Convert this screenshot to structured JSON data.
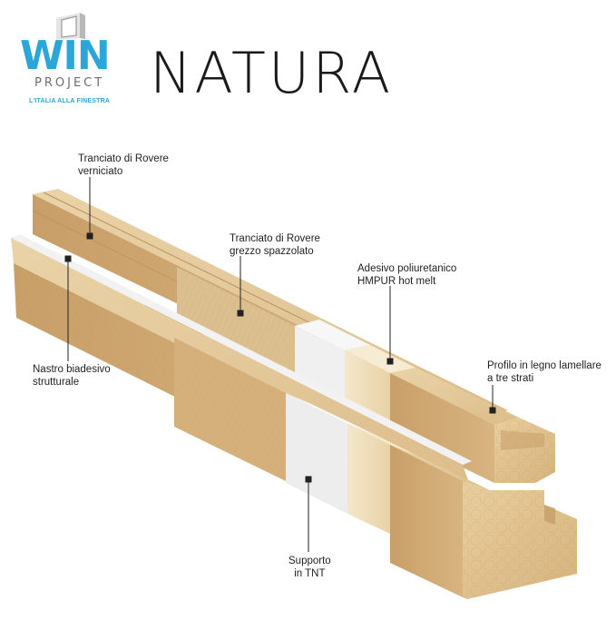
{
  "logo": {
    "brand": "WIN",
    "sub": "PROJECT",
    "tagline": "L'ITALIA ALLA FINESTRA",
    "colors": {
      "brand": "#2aa6d8",
      "sub": "#6d6d6d",
      "frame": "#9a9a9a"
    }
  },
  "title": "NATURA",
  "callouts": [
    {
      "id": "veneer-painted",
      "lines": [
        "Tranciato di Rovere",
        "verniciato"
      ]
    },
    {
      "id": "veneer-brushed",
      "lines": [
        "Tranciato di Rovere",
        "grezzo spazzolato"
      ]
    },
    {
      "id": "adhesive",
      "lines": [
        "Adesivo poliuretanico",
        "HMPUR hot melt"
      ]
    },
    {
      "id": "profile",
      "lines": [
        "Profilo in legno lamellare",
        "a tre strati"
      ]
    },
    {
      "id": "tape",
      "lines": [
        "Nastro biadesivo",
        "strutturale"
      ]
    },
    {
      "id": "support",
      "lines": [
        "Supporto",
        "in TNT"
      ]
    }
  ],
  "colors": {
    "oak_light": "#e6cc9f",
    "oak_mid": "#d9b985",
    "oak_dark": "#c39d68",
    "pine_light": "#f1e3c6",
    "white_layer": "#eeeeef",
    "tape": "#1f1f1f",
    "leader": "#222222"
  }
}
